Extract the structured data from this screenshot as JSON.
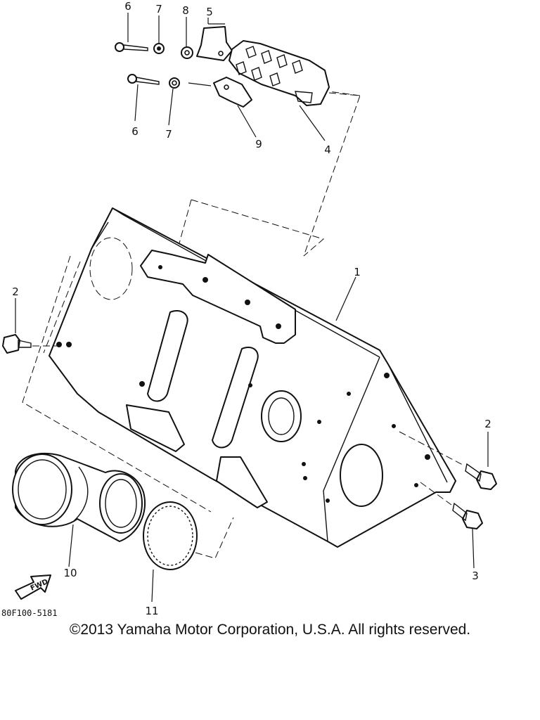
{
  "callouts": {
    "c1": "1",
    "c2a": "2",
    "c2b": "2",
    "c3": "3",
    "c4": "4",
    "c5": "5",
    "c6a": "6",
    "c6b": "6",
    "c7a": "7",
    "c7b": "7",
    "c8": "8",
    "c9": "9",
    "c10": "10",
    "c11": "11"
  },
  "fwd_label": "FWD",
  "diagram_code": "80F100-5181",
  "copyright": "©2013 Yamaha Motor Corporation, U.S.A. All rights reserved."
}
